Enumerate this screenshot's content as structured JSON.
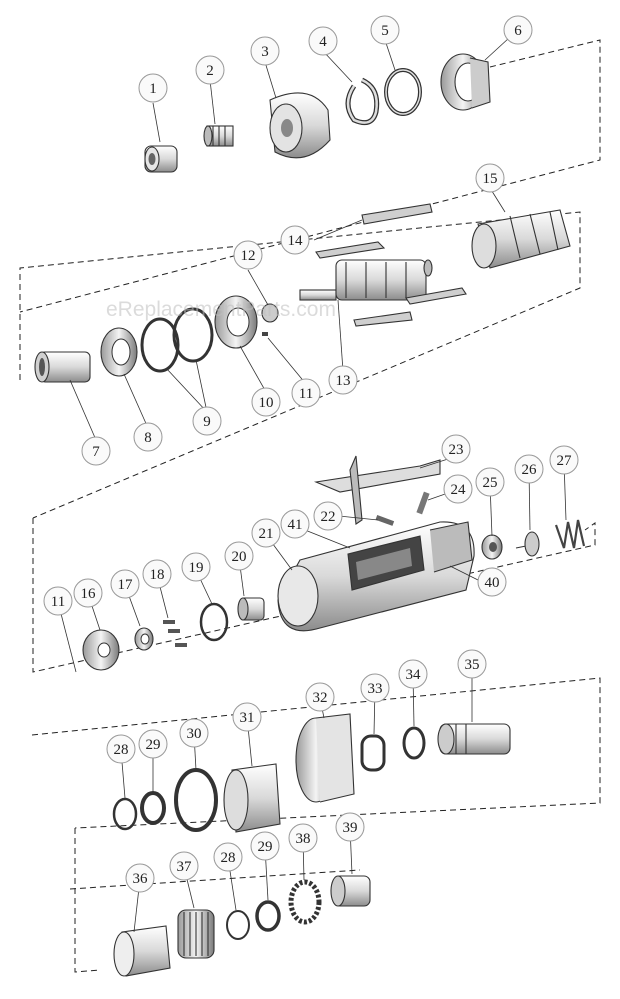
{
  "watermark": "eReplacementParts.com",
  "colors": {
    "line": "#333333",
    "fill": "#f2f2f2",
    "shade": "#c8c8c8",
    "dark": "#6a6a6a",
    "bubble": "#fafafa"
  },
  "callouts": [
    "1",
    "2",
    "3",
    "4",
    "5",
    "6",
    "7",
    "8",
    "9",
    "10",
    "11",
    "12",
    "13",
    "14",
    "15",
    "16",
    "17",
    "18",
    "19",
    "20",
    "21",
    "22",
    "23",
    "24",
    "25",
    "26",
    "27",
    "28",
    "29",
    "30",
    "31",
    "32",
    "33",
    "34",
    "35",
    "36",
    "37",
    "38",
    "39",
    "40",
    "41"
  ],
  "callouts_repeated": [
    "11",
    "28",
    "29"
  ]
}
